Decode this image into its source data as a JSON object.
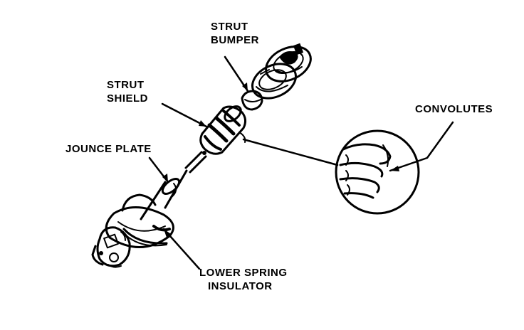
{
  "labels": {
    "strut_bumper": [
      "STRUT",
      "BUMPER"
    ],
    "strut_shield": [
      "STRUT",
      "SHIELD"
    ],
    "jounce_plate": "JOUNCE PLATE",
    "convolutes": "CONVOLUTES",
    "lower_spring_insulator": [
      "LOWER SPRING",
      "INSULATOR"
    ]
  },
  "colors": {
    "ink": "#000000",
    "paper": "#ffffff"
  }
}
